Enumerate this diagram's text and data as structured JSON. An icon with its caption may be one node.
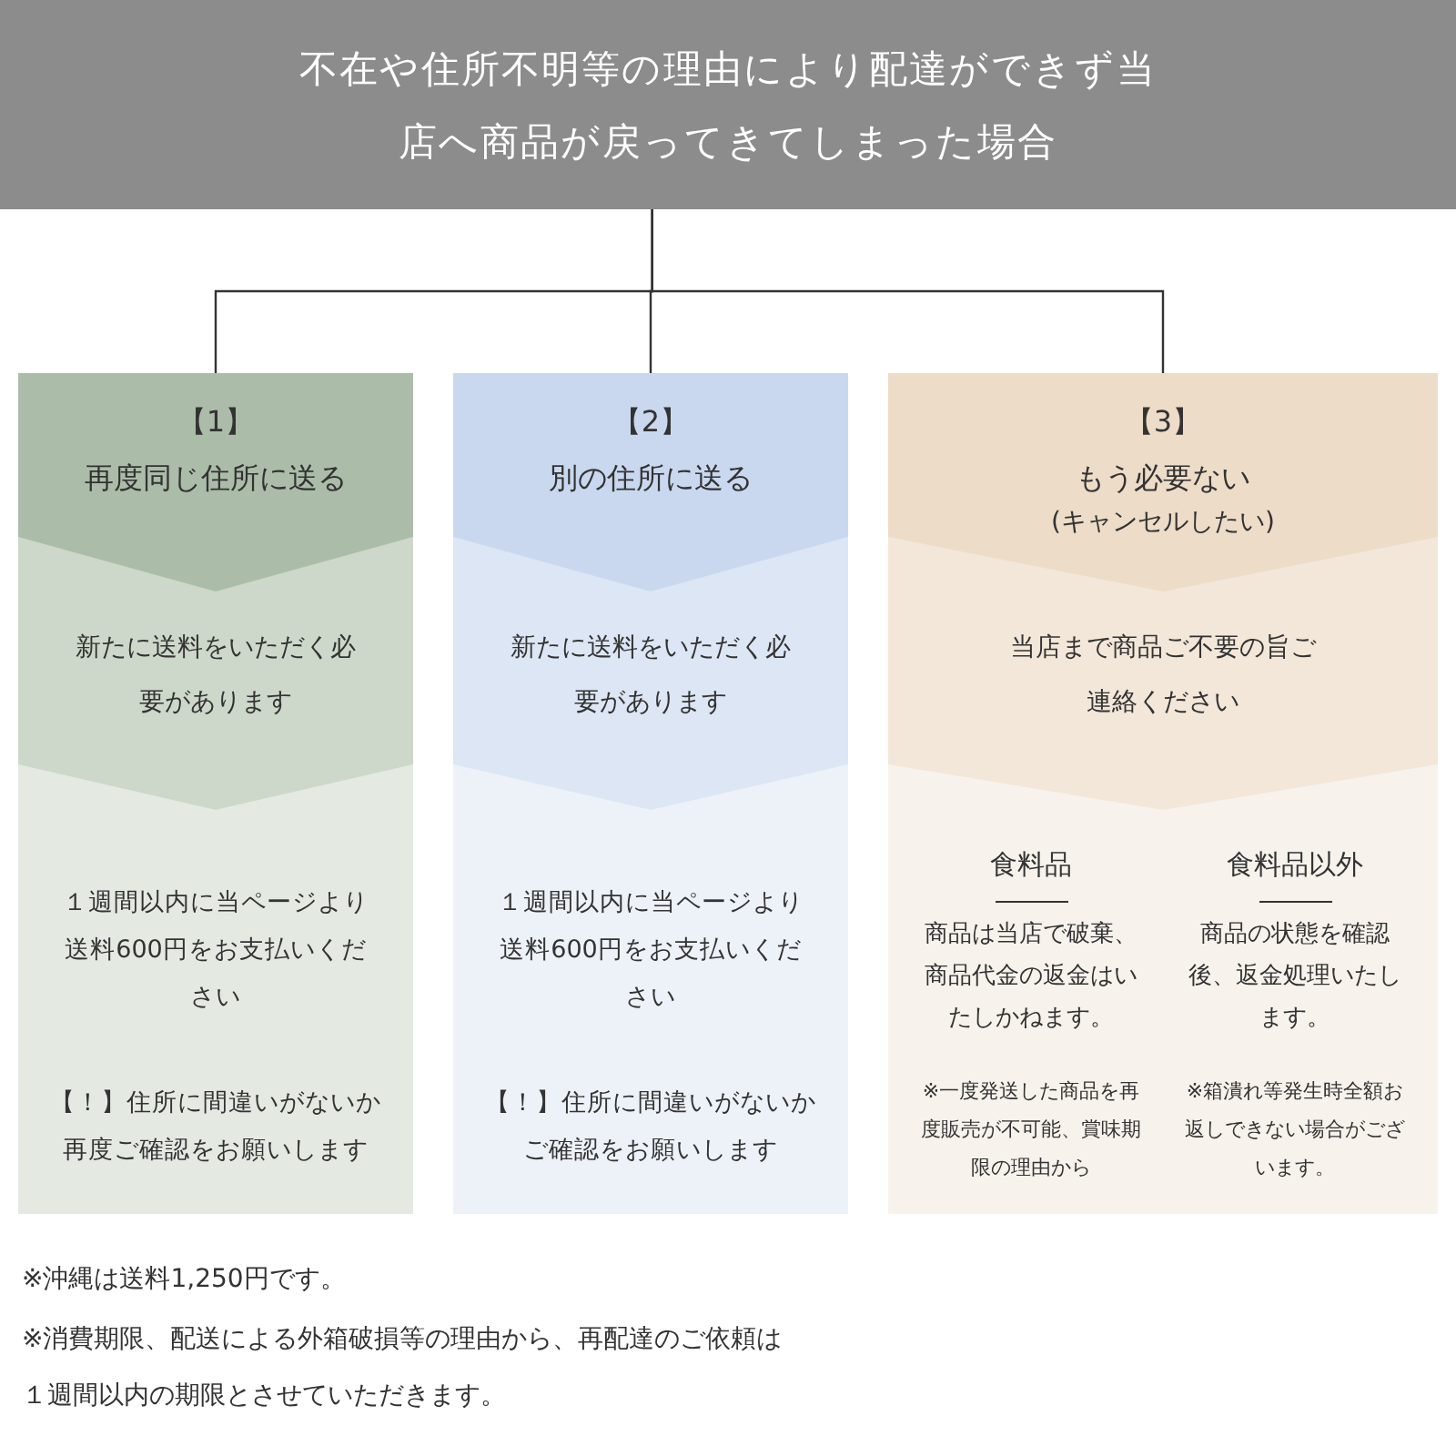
{
  "diagram": {
    "nodes": [
      {
        "text": [
          "不在や住所不明等の理由により配達ができず当店へ商品が戻ってきてしまった場合"
        ]
      },
      {
        "text": [
          "【1】",
          "再度同じ住所に送る"
        ]
      },
      {
        "text": [
          "新たに送料をいただく必要があります"
        ]
      },
      {
        "text": [
          "１週間以内に当ページより送料600円をお支払いください",
          "【！】住所に間違いがないか再度ご確認をお願いします"
        ]
      },
      {
        "text": [
          "【2】",
          "別の住所に送る"
        ]
      },
      {
        "text": [
          "新たに送料をいただく必要があります"
        ]
      },
      {
        "text": [
          "１週間以内に当ページより送料600円をお支払いください",
          "【！】住所に間違いがないかご確認をお願いします"
        ]
      },
      {
        "text": [
          "【3】",
          "もう必要ない",
          "(キャンセルしたい)"
        ]
      },
      {
        "text": [
          "当店まで商品ご不要の旨ご連絡ください"
        ]
      },
      {
        "text": [
          "食料品",
          "商品は当店で破棄、商品代金の返金はいたしかねます。",
          "※一度発送した商品を再度販売が不可能、賞味期限の理由から",
          "食料品以外",
          "商品の状態を確認後、返金処理いたします。",
          "※箱潰れ等発生時全額お返しできない場合がございます。"
        ]
      }
    ],
    "edges": [
      {
        "from": 0,
        "to": 1,
        "arrow": "none"
      },
      {
        "from": 0,
        "to": 4,
        "arrow": "none"
      },
      {
        "from": 0,
        "to": 7,
        "arrow": "none"
      }
    ],
    "labels": [
      "※沖縄は送料1,250円です。",
      "※消費期限、配送による外箱破損等の理由から、再配達のご依頼は１週間以内の期限とさせていただきます。"
    ]
  }
}
